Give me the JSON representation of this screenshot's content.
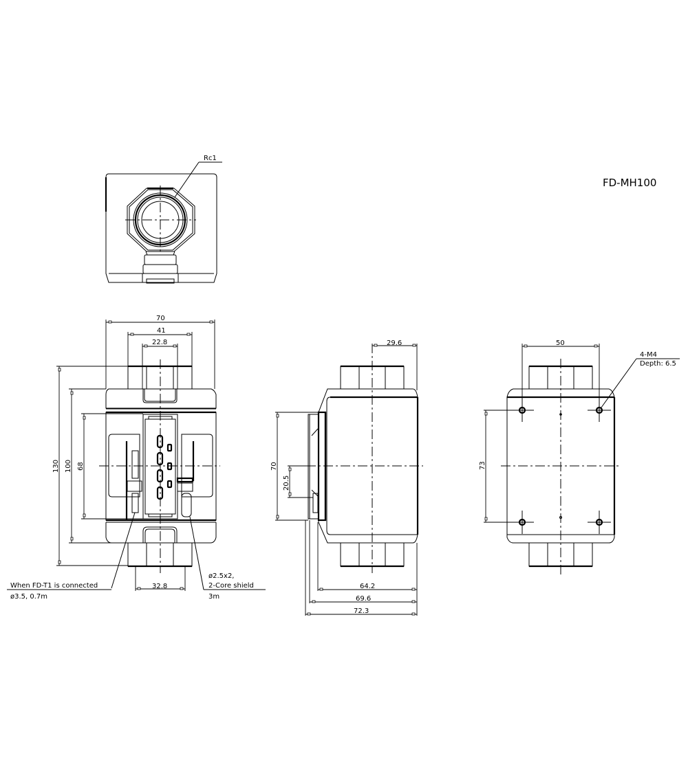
{
  "title": "FD-MH100",
  "views": {
    "top": {
      "thread_label": "Rc1"
    },
    "front": {
      "dims": {
        "width_total": "70",
        "width_nut": "41",
        "width_inner": "22.8",
        "height_total": "130",
        "height_body": "100",
        "height_inner": "68",
        "width_bottom_nut": "32.8"
      },
      "note_left_line1": "When FD-T1 is connected",
      "note_left_line2": "ø3.5, 0.7m",
      "note_right_line1": "ø2.5x2,",
      "note_right_line2": "2-Core shield",
      "note_right_line3": "3m"
    },
    "side": {
      "dims": {
        "offset_top": "29.6",
        "height": "70",
        "height_small": "20.5",
        "depth_1": "64.2",
        "depth_2": "69.6",
        "depth_3": "72.3"
      }
    },
    "back": {
      "dims": {
        "hole_spacing_h": "50",
        "hole_spacing_v": "73"
      },
      "hole_note_line1": "4-M4",
      "hole_note_line2": "Depth: 6.5"
    }
  }
}
